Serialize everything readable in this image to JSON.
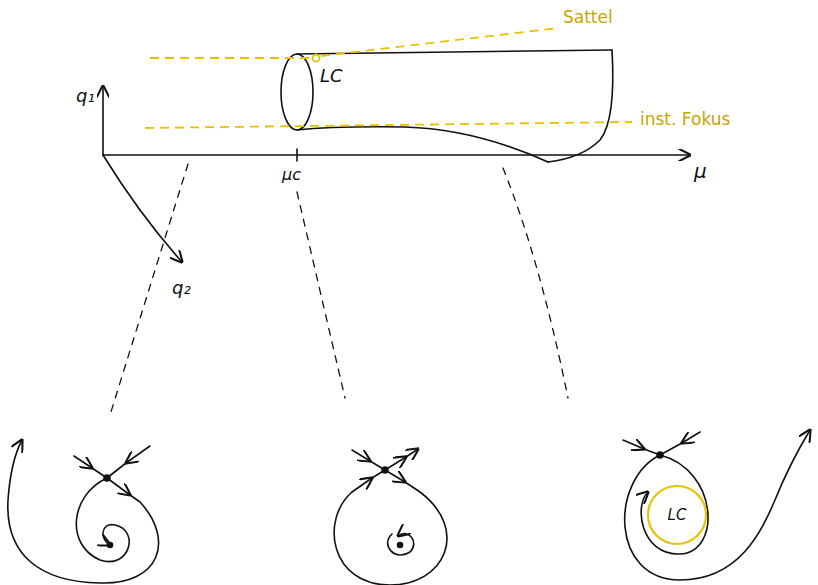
{
  "diagram": {
    "labels": [
      "Sattel",
      "q₁",
      "LC",
      "inst. Fokus",
      "μ",
      "μc",
      "q₂",
      "LC"
    ]
  }
}
